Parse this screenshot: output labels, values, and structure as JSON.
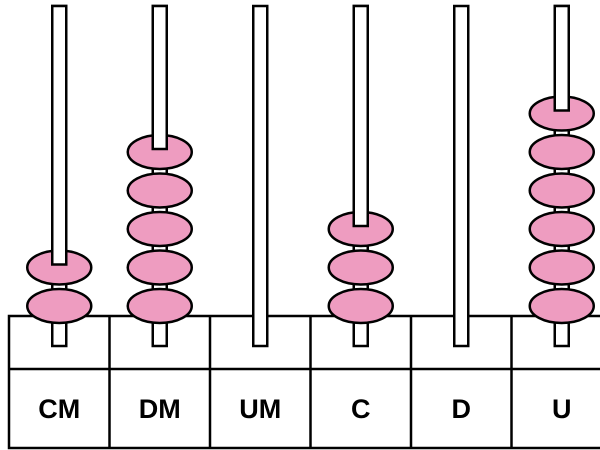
{
  "colors": {
    "bead_fill": "#EE9CC0",
    "outline": "#000000",
    "background": "#FFFFFF"
  },
  "abacus": {
    "rods": [
      {
        "place": "CM",
        "beads": 2
      },
      {
        "place": "DM",
        "beads": 5
      },
      {
        "place": "UM",
        "beads": 0
      },
      {
        "place": "C",
        "beads": 3
      },
      {
        "place": "D",
        "beads": 0
      },
      {
        "place": "U",
        "beads": 6
      }
    ]
  }
}
